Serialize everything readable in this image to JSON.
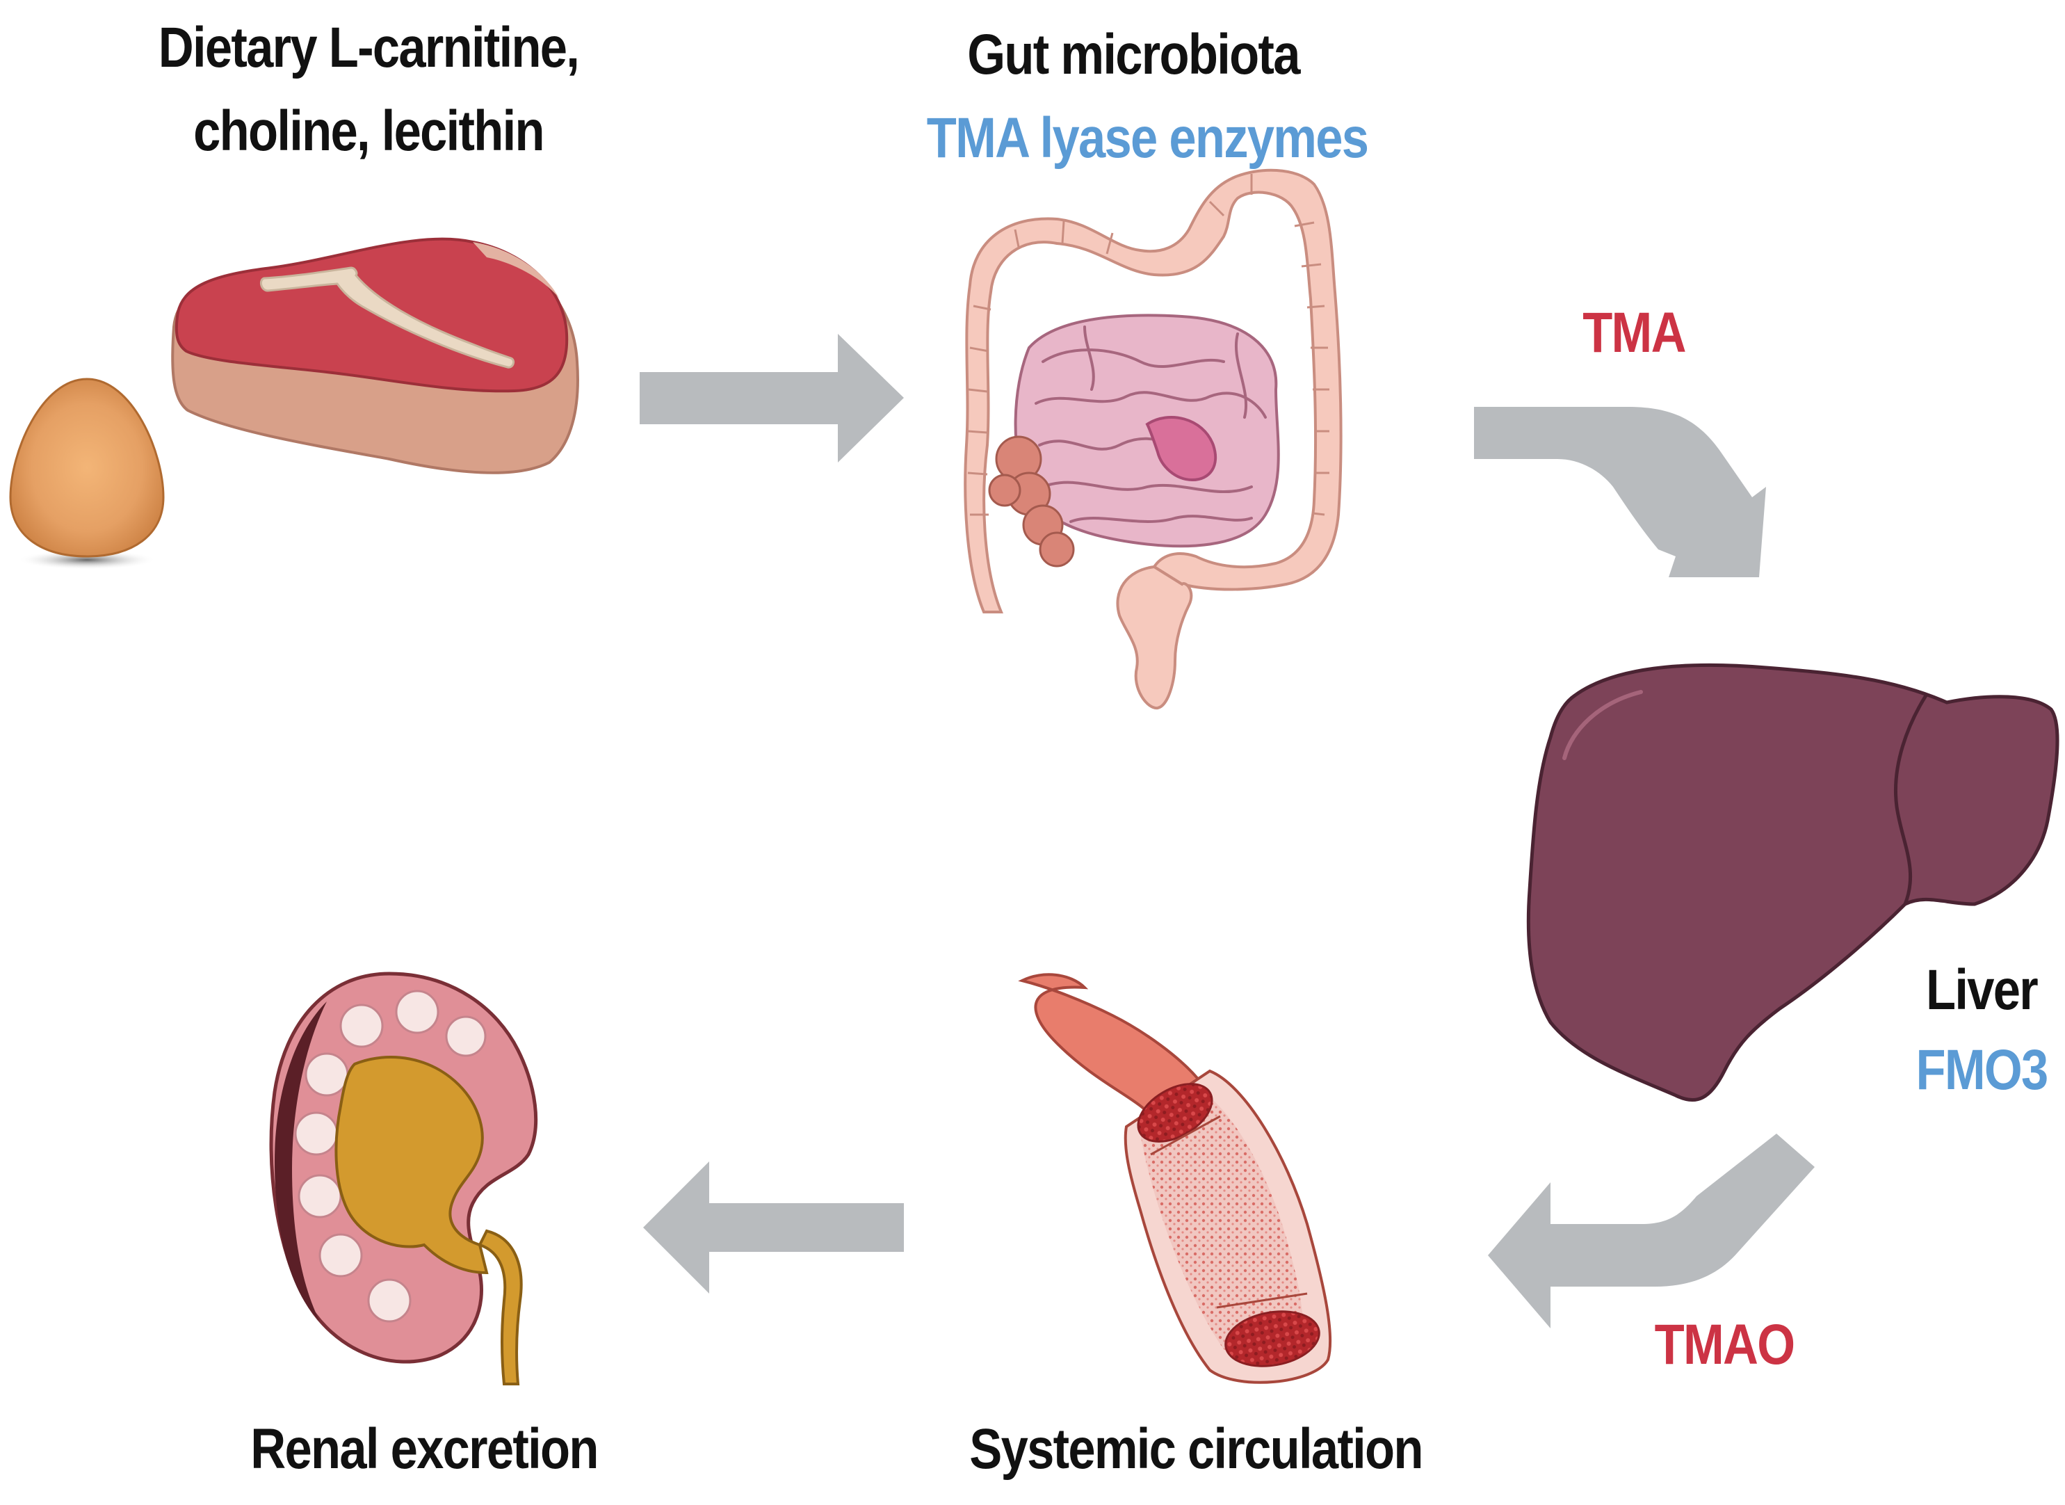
{
  "labels": {
    "diet_line1": "Dietary L-carnitine,",
    "diet_line2": "choline, lecithin",
    "gut_title": "Gut microbiota",
    "gut_enzyme": "TMA lyase enzymes",
    "tma": "TMA",
    "liver_title": "Liver",
    "liver_enzyme": "FMO3",
    "tmao": "TMAO",
    "circulation": "Systemic circulation",
    "renal": "Renal excretion"
  },
  "colors": {
    "text_main": "#111111",
    "enzyme_blue": "#5b9bd5",
    "metabolite_red": "#cc3344",
    "arrow_gray": "#b8bbbe",
    "meat_red": "#c9424f",
    "meat_fat": "#d7a48f",
    "bone": "#ead9c4",
    "egg": "#e5a064",
    "intestine_pink": "#f6c9bd",
    "small_intestine": "#e8b6c9",
    "liver": "#7d4358",
    "kidney": "#e08f97",
    "pelvis": "#d39a2e",
    "blood": "#b3272b"
  },
  "icons": [
    "egg-icon",
    "steak-icon",
    "intestine-icon",
    "liver-icon",
    "blood-vessel-icon",
    "kidney-icon"
  ]
}
